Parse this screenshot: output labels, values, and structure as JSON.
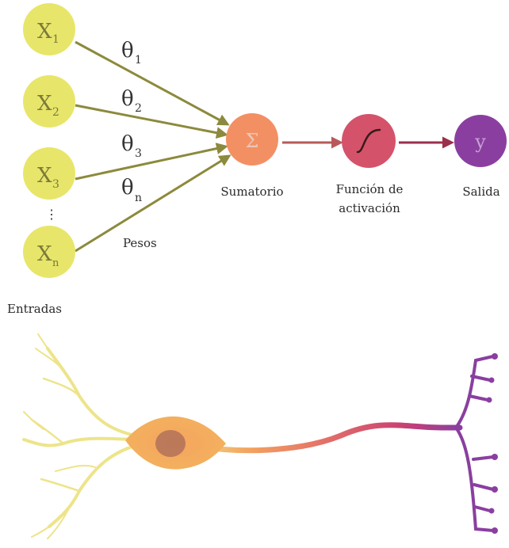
{
  "inputs": {
    "x1": {
      "main": "X",
      "sub": "1"
    },
    "x2": {
      "main": "X",
      "sub": "2"
    },
    "x3": {
      "main": "X",
      "sub": "3"
    },
    "xn": {
      "main": "X",
      "sub": "n"
    },
    "ellipsis": "⋮",
    "label": "Entradas"
  },
  "weights": {
    "w1": {
      "main": "θ",
      "sub": "1"
    },
    "w2": {
      "main": "θ",
      "sub": "2"
    },
    "w3": {
      "main": "θ",
      "sub": "3"
    },
    "wn": {
      "main": "θ",
      "sub": "n"
    },
    "label": "Pesos"
  },
  "sum_node": {
    "symbol": "Σ",
    "label": "Sumatorio"
  },
  "activation_node": {
    "label_line1": "Función de",
    "label_line2": "activación"
  },
  "output_node": {
    "symbol": "y",
    "label": "Salida"
  },
  "colors": {
    "input_fill": "#e8e66a",
    "input_text": "#8a8a3a",
    "weight_arrow": "#8c8a3c",
    "sum_fill": "#f39063",
    "activation_fill": "#d4536a",
    "output_fill": "#8a3fa0",
    "arrow_sum_to_act": "#b85a5a",
    "arrow_act_to_out": "#9b2f4c",
    "neuron_start": "#ede48a",
    "neuron_soma": "#f3a05f",
    "neuron_nucleus": "#b6745a",
    "neuron_mid": "#d2486d",
    "neuron_end": "#8a3fa0"
  }
}
